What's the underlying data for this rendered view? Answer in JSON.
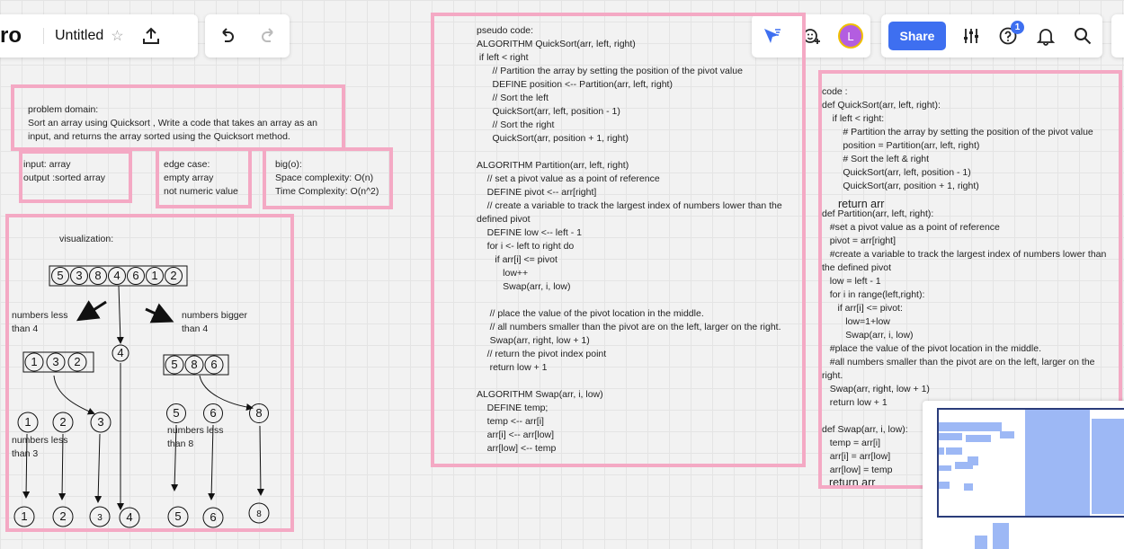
{
  "toolbar": {
    "logo": "ro",
    "board_title": "Untitled",
    "share_label": "Share",
    "avatar_initial": "L",
    "help_badge": "1"
  },
  "problem_domain": "problem domain:\nSort an array using Quicksort , Write a code that takes an array as an\ninput, and returns the array sorted using the Quicksort method.",
  "io": "input: array\noutput :sorted array",
  "edge_case": "edge case:\nempty array\nnot numeric value",
  "big_o": "big(o):\nSpace complexity: O(n)\nTime Complexity: O(n^2)",
  "visualization": {
    "title": "visualization:",
    "top_array": [
      "5",
      "3",
      "8",
      "4",
      "6",
      "1",
      "2"
    ],
    "label_less4": "numbers less\nthan 4",
    "label_bigger4": "numbers bigger\nthan 4",
    "left_array": [
      "1",
      "3",
      "2"
    ],
    "pivot": "4",
    "right_array": [
      "5",
      "8",
      "6"
    ],
    "left_split": [
      "1",
      "2",
      "3"
    ],
    "right_split": [
      "5",
      "6",
      "8"
    ],
    "label_less3": "numbers less\nthan 3",
    "label_less8": "numbers less\nthan 8",
    "result": [
      "1",
      "2",
      "3",
      "4",
      "5",
      "6",
      "8"
    ]
  },
  "pseudo_code": "pseudo code:\nALGORITHM QuickSort(arr, left, right)\n if left < right\n      // Partition the array by setting the position of the pivot value\n      DEFINE position <-- Partition(arr, left, right)\n      // Sort the left\n      QuickSort(arr, left, position - 1)\n      // Sort the right\n      QuickSort(arr, position + 1, right)\n\nALGORITHM Partition(arr, left, right)\n    // set a pivot value as a point of reference\n    DEFINE pivot <-- arr[right]\n    // create a variable to track the largest index of numbers lower than the\ndefined pivot\n    DEFINE low <-- left - 1\n    for i <- left to right do\n       if arr[i] <= pivot\n          low++\n          Swap(arr, i, low)\n\n     // place the value of the pivot location in the middle.\n     // all numbers smaller than the pivot are on the left, larger on the right.\n     Swap(arr, right, low + 1)\n    // return the pivot index point\n     return low + 1\n\nALGORITHM Swap(arr, i, low)\n    DEFINE temp;\n    temp <-- arr[i]\n    arr[i] <-- arr[low]\n    arr[low] <-- temp",
  "code": "code :\ndef QuickSort(arr, left, right):\n    if left < right:\n        # Partition the array by setting the position of the pivot value\n        position = Partition(arr, left, right)\n        # Sort the left & right\n        QuickSort(arr, left, position - 1)\n        QuickSort(arr, position + 1, right)",
  "code_return": "return arr",
  "code2": "def Partition(arr, left, right):\n   #set a pivot value as a point of reference\n   pivot = arr[right]\n   #create a variable to track the largest index of numbers lower than\nthe defined pivot\n   low = left - 1\n   for i in range(left,right):\n      if arr[i] <= pivot:\n         low=1+low\n         Swap(arr, i, low)\n   #place the value of the pivot location in the middle.\n   #all numbers smaller than the pivot are on the left, larger on the\nright.\n   Swap(arr, right, low + 1)\n   return low + 1\n\ndef Swap(arr, i, low):\n   temp = arr[i]\n   arr[i] = arr[low]\n   arr[low] = temp",
  "code_return2": "return arr"
}
